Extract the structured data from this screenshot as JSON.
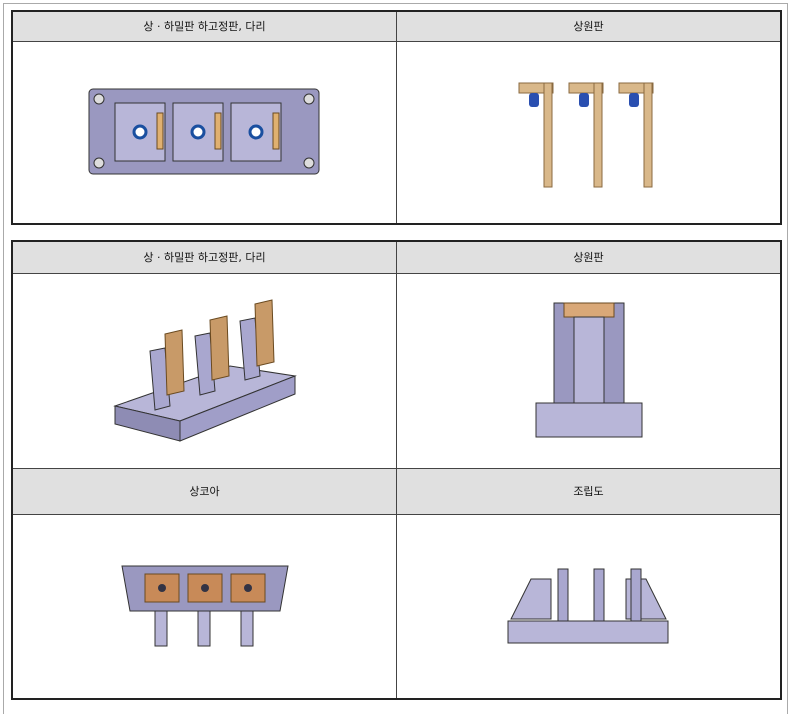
{
  "table1": {
    "headers": [
      "상 · 하밀판 하고정판, 다리",
      "상원판"
    ]
  },
  "table2": {
    "row1_headers": [
      "상 · 하밀판 하고정판, 다리",
      "상원판"
    ],
    "row2_headers": [
      "상코아",
      "조립도"
    ]
  }
}
